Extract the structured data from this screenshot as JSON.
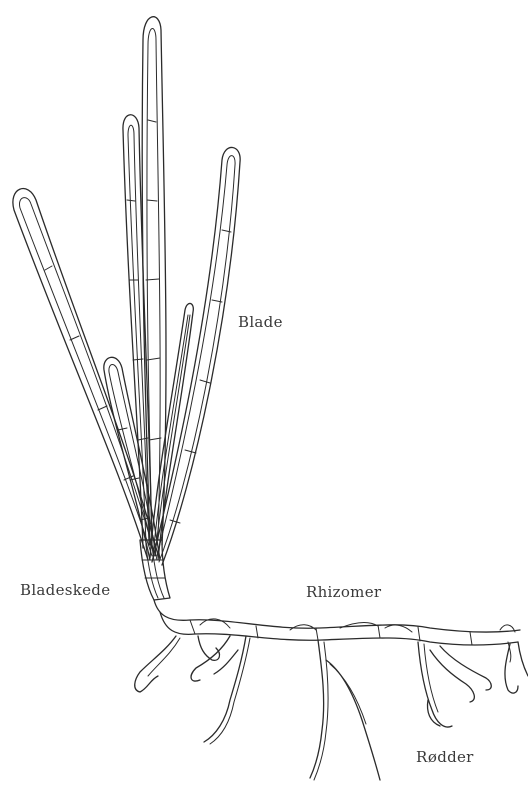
{
  "labels": {
    "blade": "Blade",
    "bladeskede": "Bladeskede",
    "rhizomer": "Rhizomer",
    "rodder": "Rødder"
  },
  "colors": {
    "line": "#2b2b2b",
    "text": "#3a3a3a",
    "background": "#ffffff"
  }
}
